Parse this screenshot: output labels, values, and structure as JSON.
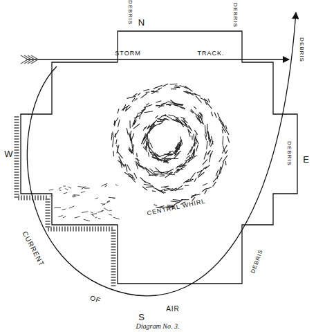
{
  "diagram": {
    "caption": "Diagram No. 3.",
    "labels": [
      "N",
      "DEBRIS",
      "DEBRIS",
      "DEBRIS",
      "STORM",
      "TRACK.",
      "W",
      "E",
      "DEBRIS",
      "CENTRAL WHIRL",
      "DEBRIS",
      "CURRENT",
      "OF",
      "AIR",
      "S"
    ]
  }
}
